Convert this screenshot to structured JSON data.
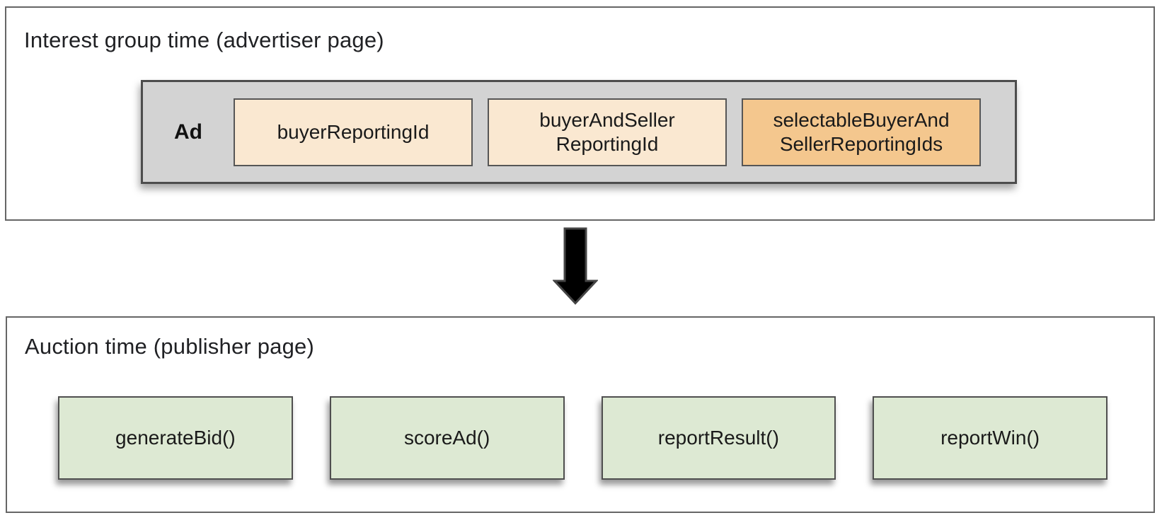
{
  "interest_group": {
    "title": "Interest group time (advertiser page)",
    "ad_label": "Ad",
    "boxes": [
      {
        "label": "buyerReportingId",
        "fill": "#fae8d1"
      },
      {
        "label": "buyerAndSeller\nReportingId",
        "fill": "#fae8d1"
      },
      {
        "label": "selectableBuyerAnd\nSellerReportingIds",
        "fill": "#f4c78e"
      }
    ]
  },
  "arrow": {
    "icon": "down-arrow",
    "fill": "#000000",
    "outline": "#454545"
  },
  "auction": {
    "title": "Auction time (publisher page)",
    "functions": [
      {
        "label": "generateBid()"
      },
      {
        "label": "scoreAd()"
      },
      {
        "label": "reportResult()"
      },
      {
        "label": "reportWin()"
      }
    ],
    "box_fill": "#dde9d3"
  },
  "colors": {
    "page_background": "#ffffff",
    "panel_border": "#666666",
    "ad_container_fill": "#d3d3d3",
    "ad_container_border": "#4d4d4d",
    "peach_fill": "#fae8d1",
    "orange_fill": "#f4c78e",
    "green_fill": "#dde9d3",
    "inner_box_border": "#565656",
    "text": "#202124"
  }
}
